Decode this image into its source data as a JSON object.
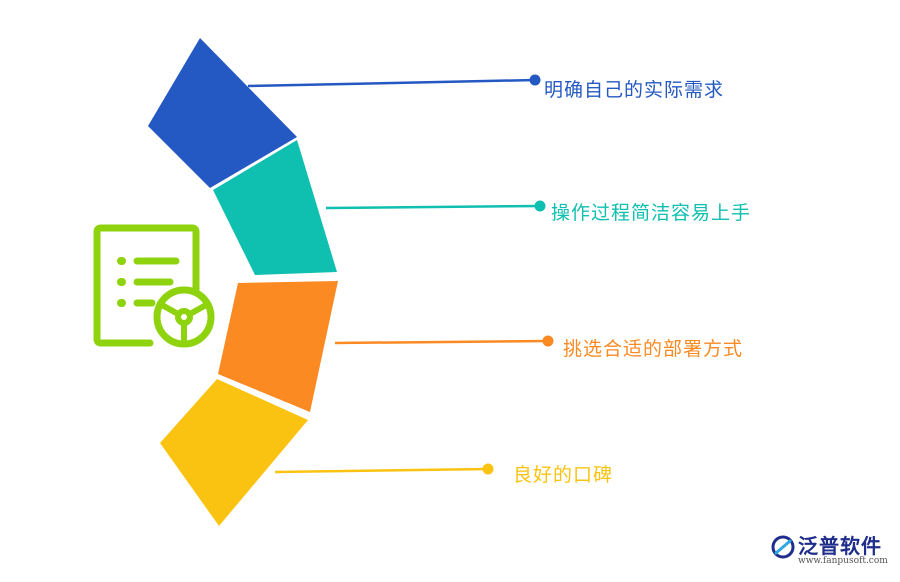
{
  "items": [
    {
      "label": "明确自己的实际需求",
      "color": "#2458c2"
    },
    {
      "label": "操作过程简洁容易上手",
      "color": "#0fbfb0"
    },
    {
      "label": "挑选合适的部署方式",
      "color": "#fb8a23"
    },
    {
      "label": "良好的口碑",
      "color": "#fbc311"
    }
  ],
  "icon": {
    "name": "checklist-steering-wheel-icon",
    "color": "#8fd30f"
  },
  "brand": {
    "name": "泛普软件",
    "url": "www.fanpusoft.com",
    "color": "#1f2d8c"
  }
}
